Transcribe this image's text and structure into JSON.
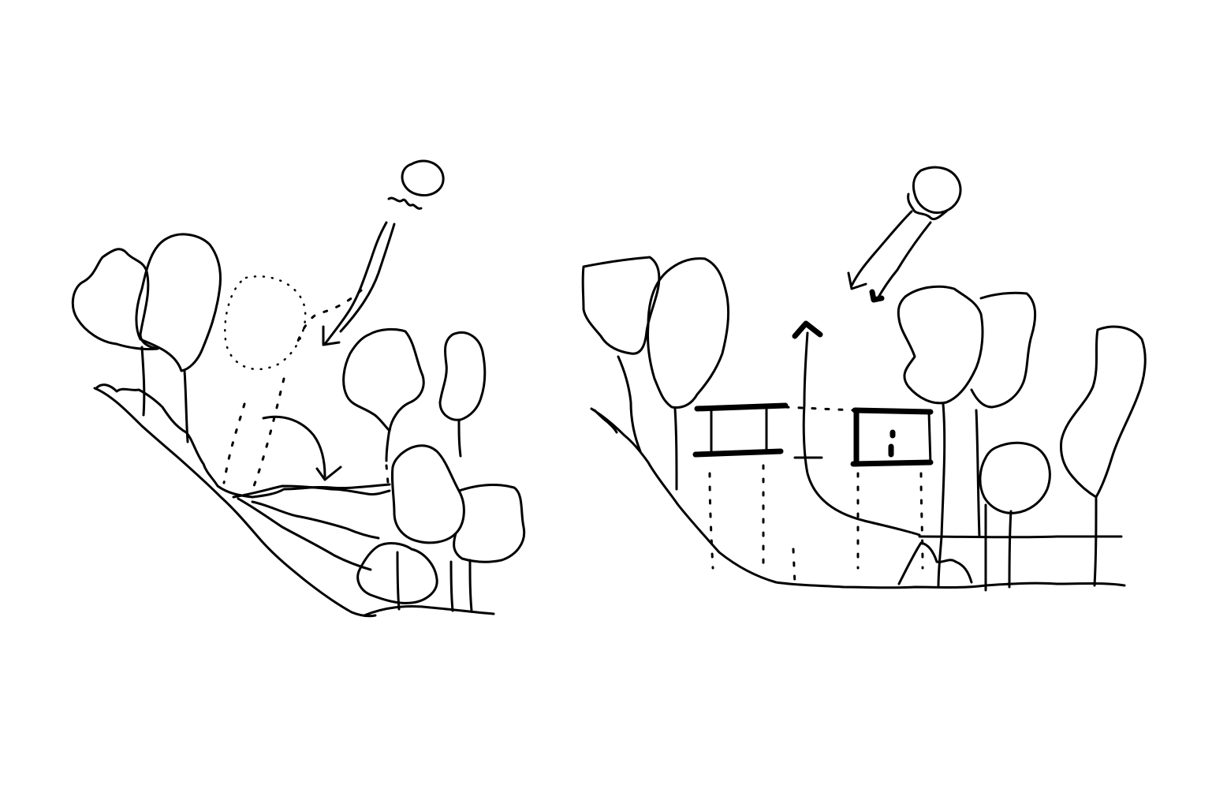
{
  "canvas": {
    "background": "#ffffff",
    "ink_color": "#000000"
  },
  "sketches": [
    {
      "id": "hillside-section",
      "elements": [
        "sun-icon",
        "sun-ray-arrow",
        "tree-canopies",
        "sloped-terrain",
        "dotted-shade-circle",
        "curved-arrow"
      ]
    },
    {
      "id": "valley-section",
      "elements": [
        "sun-icon",
        "sun-ray-arrow",
        "tree-canopies",
        "valley-terrain",
        "two-pavilions",
        "upward-arrow",
        "ground-line"
      ]
    }
  ]
}
